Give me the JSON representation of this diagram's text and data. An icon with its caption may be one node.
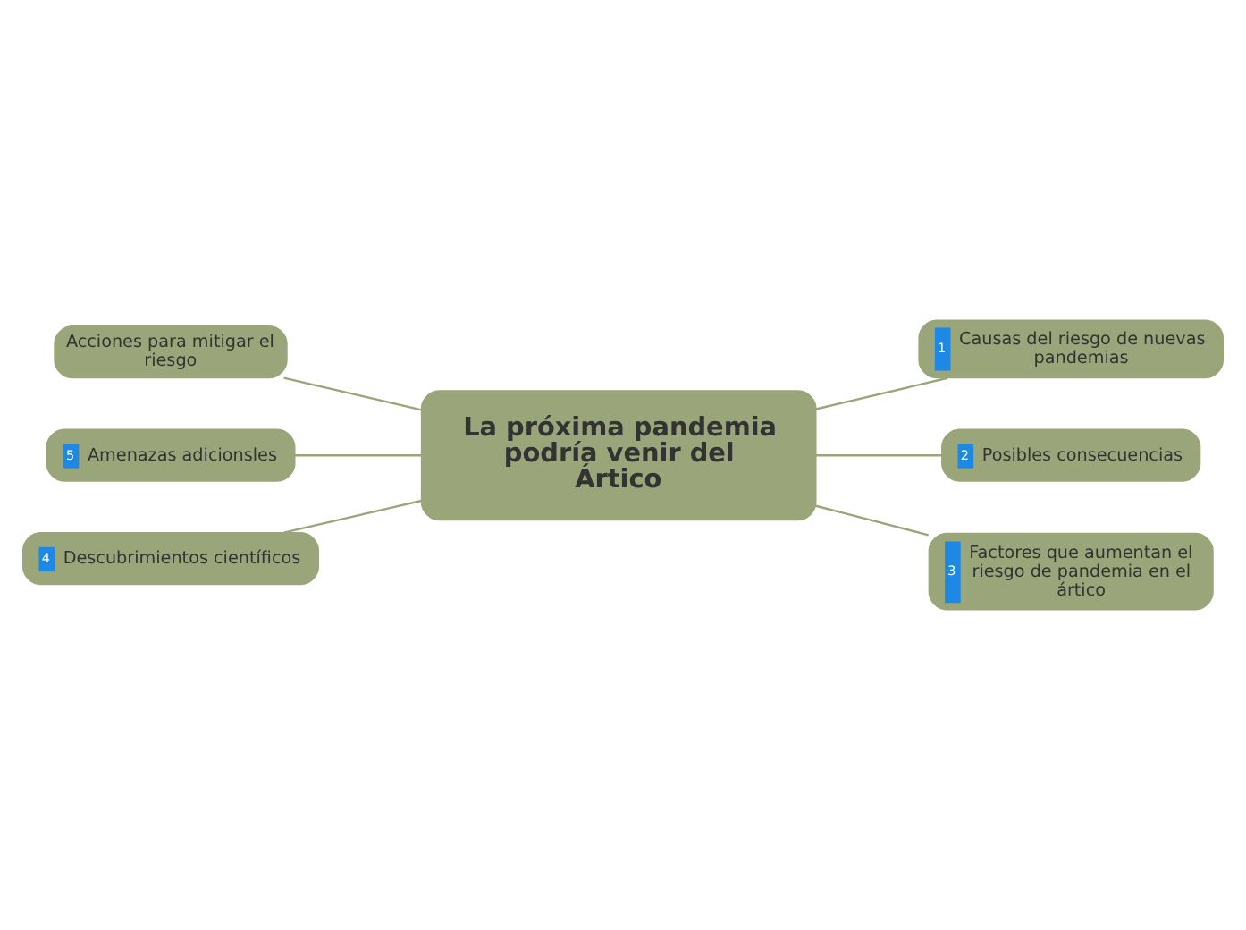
{
  "diagram": {
    "nodes": [
      {
        "text": [
          "La próxima pandemia podría venir del Ártico"
        ]
      },
      {
        "text": [
          "Acciones para mitigar el riesgo"
        ]
      },
      {
        "text": [
          "1",
          "Causas del riesgo de nuevas pandemias"
        ]
      },
      {
        "text": [
          "5",
          "Amenazas adicionsles"
        ]
      },
      {
        "text": [
          "2",
          "Posibles consecuencias"
        ]
      },
      {
        "text": [
          "3",
          "Factores que aumentan el riesgo de pandemia en el ártico"
        ]
      },
      {
        "text": [
          "4",
          "Descubrimientos científicos"
        ]
      }
    ],
    "edges": [
      {
        "from": 0,
        "to": 1,
        "arrow": "none"
      },
      {
        "from": 0,
        "to": 2,
        "arrow": "none"
      },
      {
        "from": 0,
        "to": 3,
        "arrow": "none"
      },
      {
        "from": 0,
        "to": 4,
        "arrow": "none"
      },
      {
        "from": 0,
        "to": 5,
        "arrow": "none"
      },
      {
        "from": 0,
        "to": 6,
        "arrow": "none"
      }
    ]
  }
}
